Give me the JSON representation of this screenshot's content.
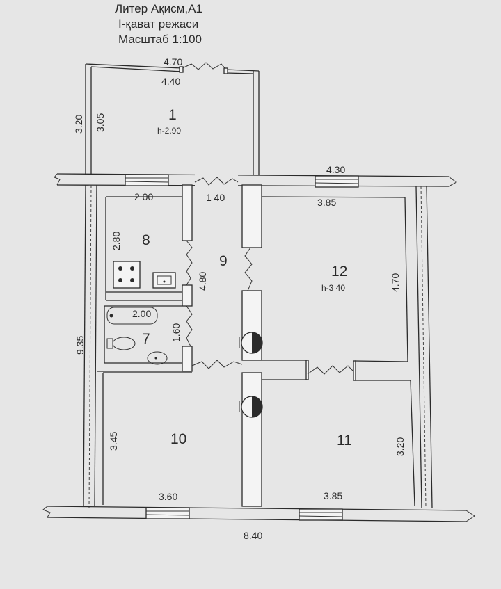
{
  "header": {
    "line1": "Литер   Ақисм,А1",
    "line2": "I-қават   режаси",
    "line3": "Масштаб 1:100"
  },
  "rooms": [
    {
      "number": "1",
      "height": "h-2.90"
    },
    {
      "number": "7"
    },
    {
      "number": "8"
    },
    {
      "number": "9"
    },
    {
      "number": "10"
    },
    {
      "number": "11"
    },
    {
      "number": "12",
      "height": "h-3 40"
    }
  ],
  "dimensions": {
    "room1_width_outer": "4.70",
    "room1_width_inner": "4.40",
    "room1_depth_outer": "3.20",
    "room1_depth_inner": "3.05",
    "room8_width": "2 00",
    "room8_depth": "2.80",
    "corridor_opening": "1 40",
    "corridor_length": "4.80",
    "room7_width": "2.00",
    "room7_depth": "1.60",
    "right_outer_width": "4.30",
    "room12_width": "3.85",
    "room12_depth": "4.70",
    "total_depth": "9.35",
    "room10_depth": "3.45",
    "room10_width": "3.60",
    "room11_width": "3.85",
    "room11_depth": "3.20",
    "total_width": "8.40"
  }
}
